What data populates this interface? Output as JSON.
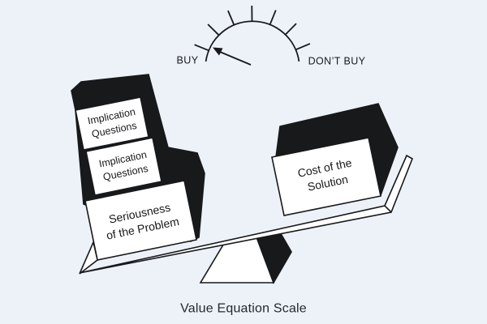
{
  "colors": {
    "background": "#edf2f9",
    "ink": "#17191b",
    "panel": "#ffffff"
  },
  "gauge": {
    "left_label": "BUY",
    "right_label": "DON’T BUY",
    "tick_count": 7,
    "needle_points_to": "BUY"
  },
  "left_stack": {
    "boxes": [
      {
        "label_lines": [
          "Implication",
          "Questions"
        ]
      },
      {
        "label_lines": [
          "Implication",
          "Questions"
        ]
      },
      {
        "label_lines": [
          "Seriousness",
          "of the Problem"
        ]
      }
    ]
  },
  "right_stack": {
    "boxes": [
      {
        "label_lines": [
          "Cost of the",
          "Solution"
        ]
      }
    ]
  },
  "caption": "Value Equation Scale"
}
